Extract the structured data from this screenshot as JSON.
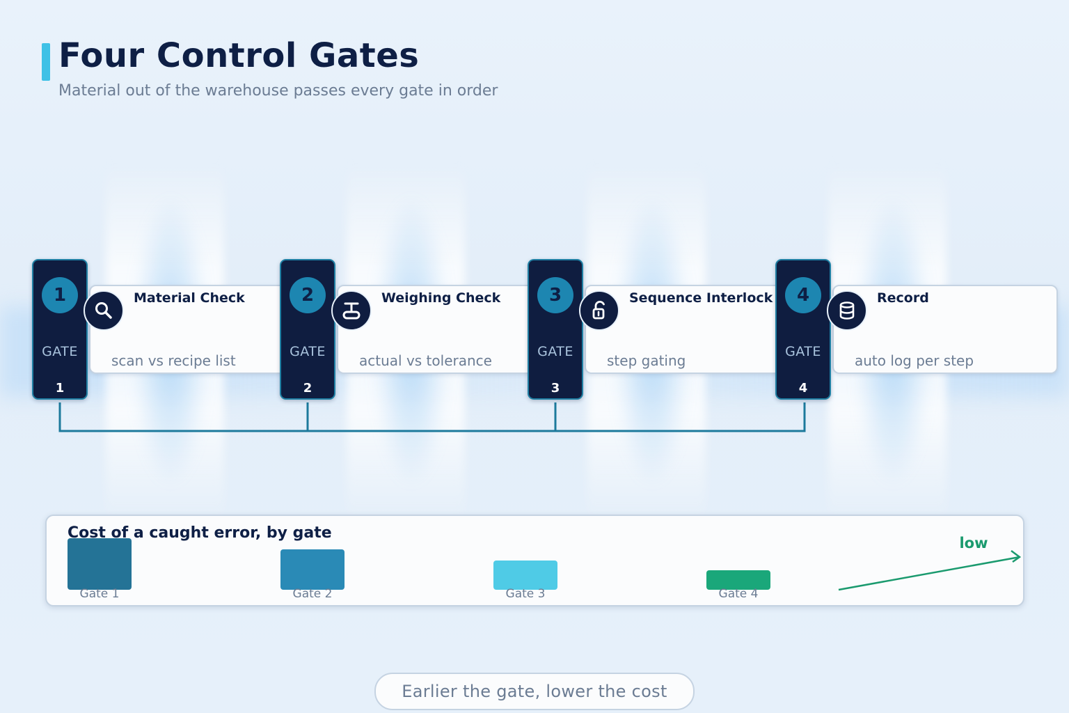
{
  "header": {
    "title": "Four Control Gates",
    "subtitle": "Material out of the warehouse passes every gate in order"
  },
  "gates": [
    {
      "number": "1",
      "label": "GATE",
      "index": "1"
    },
    {
      "number": "2",
      "label": "GATE",
      "index": "2"
    },
    {
      "number": "3",
      "label": "GATE",
      "index": "3"
    },
    {
      "number": "4",
      "label": "GATE",
      "index": "4"
    }
  ],
  "steps": [
    {
      "title": "Material Check",
      "detail": "scan vs recipe list",
      "icon": "magnifier-icon"
    },
    {
      "title": "Weighing Check",
      "detail": "actual vs tolerance",
      "icon": "scale-icon"
    },
    {
      "title": "Sequence Interlock",
      "detail": "step gating",
      "icon": "unlocked-padlock-icon"
    },
    {
      "title": "Record",
      "detail": "auto log per step",
      "icon": "database-icon"
    }
  ],
  "chart_data": {
    "type": "bar",
    "title": "Cost of a caught error, by gate",
    "categories": [
      "Gate 1",
      "Gate 2",
      "Gate 3",
      "Gate 4"
    ],
    "values": [
      4,
      3,
      2,
      1
    ],
    "value_scale": "relative, unlabeled",
    "colors": [
      "#247396",
      "#2a8ab6",
      "#4fcbe6",
      "#1aa77a"
    ],
    "trend_annotation": "low",
    "trend_color": "#1a9a6e"
  },
  "footer": {
    "pill_text": "Earlier the gate, lower the cost"
  },
  "colors": {
    "navy": "#0f1d40",
    "accent_blue": "#1d86b1",
    "cyan_bar": "#3fc1e6",
    "connector": "#1c7a9c"
  }
}
